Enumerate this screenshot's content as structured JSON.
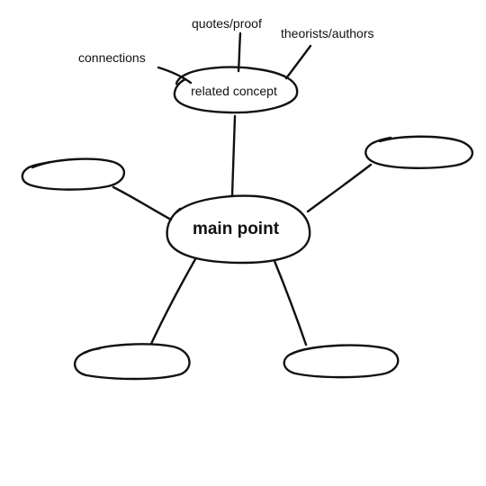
{
  "diagram": {
    "main_node": {
      "label": "main point"
    },
    "related_node": {
      "label": "related concept"
    },
    "annotations": {
      "connections": "connections",
      "quotes_proof": "quotes/proof",
      "theorists_authors": "theorists/authors"
    },
    "empty_nodes": [
      {
        "id": "top-left",
        "label": ""
      },
      {
        "id": "top-right",
        "label": ""
      },
      {
        "id": "bottom-left",
        "label": ""
      },
      {
        "id": "bottom-right",
        "label": ""
      }
    ],
    "colors": {
      "ink": "#111111",
      "background": "#ffffff"
    }
  }
}
